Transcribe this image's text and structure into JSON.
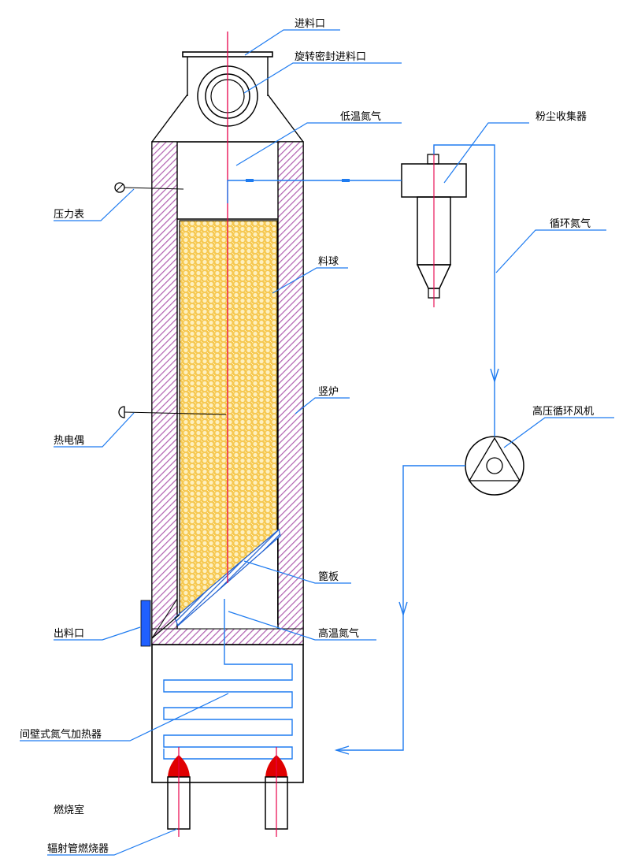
{
  "labels": {
    "feed_inlet": "进料口",
    "rotary_seal_inlet": "旋转密封进料口",
    "low_temp_nitrogen": "低温氮气",
    "dust_collector": "粉尘收集器",
    "circulating_nitrogen": "循环氮气",
    "pressure_gauge": "压力表",
    "pellets": "料球",
    "shaft_furnace": "竖炉",
    "high_pressure_fan": "高压循环风机",
    "thermocouple": "热电偶",
    "grate_plate": "篦板",
    "high_temp_nitrogen": "高温氮气",
    "discharge_outlet": "出料口",
    "indirect_heater": "间壁式氮气加热器",
    "combustion_chamber": "燃烧室",
    "radiant_tube_burner": "辐射管燃烧器"
  },
  "colors": {
    "outline": "#000000",
    "refractory": "#c070c0",
    "charge": "#f0c040",
    "gas_line": "#1e7bf0",
    "center_line": "#e8004a",
    "flame": "#e00000",
    "grate": "#2060d0",
    "discharge": "#2060ff"
  }
}
